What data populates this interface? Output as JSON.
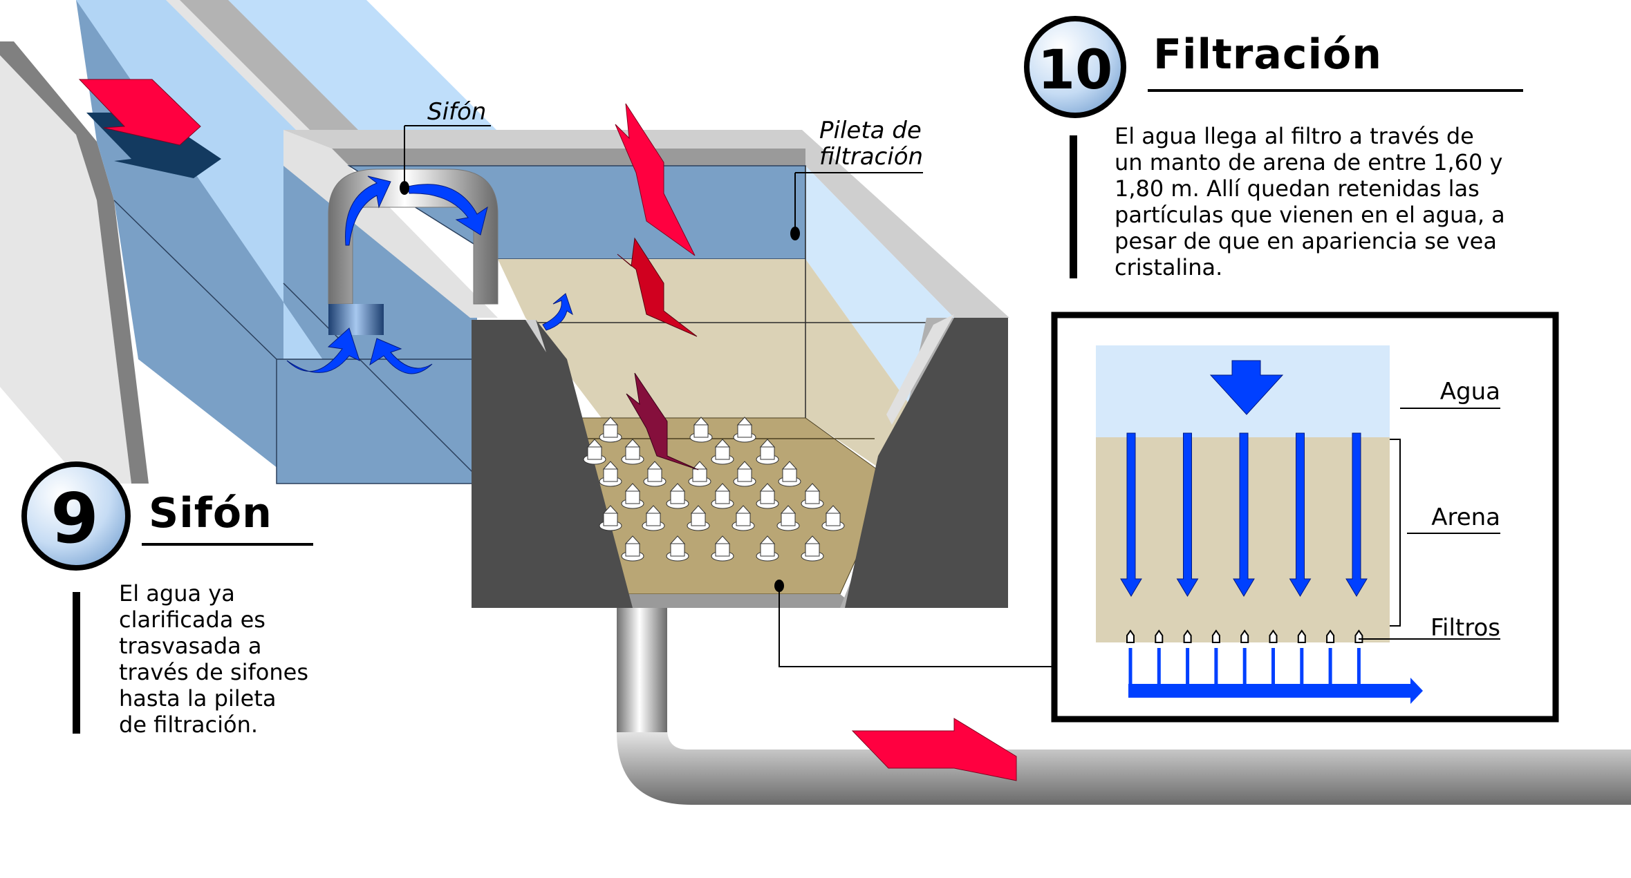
{
  "steps": [
    {
      "number": "9",
      "title": "Sifón",
      "description_lines": [
        "El agua ya",
        "clarificada es",
        "trasvasada a",
        "través de sifones",
        "hasta la pileta",
        "de filtración."
      ]
    },
    {
      "number": "10",
      "title": "Filtración",
      "description_lines": [
        "El agua llega al filtro a través de",
        "un manto de arena de entre 1,60 y",
        "1,80 m. Allí quedan retenidas las",
        "partículas que vienen en el agua, a",
        "pesar de que en apariencia se vea",
        "cristalina."
      ]
    }
  ],
  "diagram_labels": {
    "siphon": "Sifón",
    "filter_pool_line1": "Pileta de",
    "filter_pool_line2": "filtración"
  },
  "inset": {
    "layers": [
      "Agua",
      "Arena",
      "Filtros"
    ],
    "filter_count": 9,
    "flow_arrows": 5
  },
  "colors": {
    "water_dark": "#7aa0c6",
    "water_light": "#b8dafa",
    "sand_light": "#dbd2b6",
    "sand_dark": "#b9a675",
    "concrete_dark": "#4d4d4d",
    "concrete_light": "#d4d4d4",
    "flow_blue": "#0040ff",
    "arrow_red": "#ff0040",
    "arrow_dark_red": "#d0001f",
    "arrow_maroon": "#850f3c",
    "arrow_shadow": "#133a60",
    "badge_fill": "#c6dcf4"
  }
}
